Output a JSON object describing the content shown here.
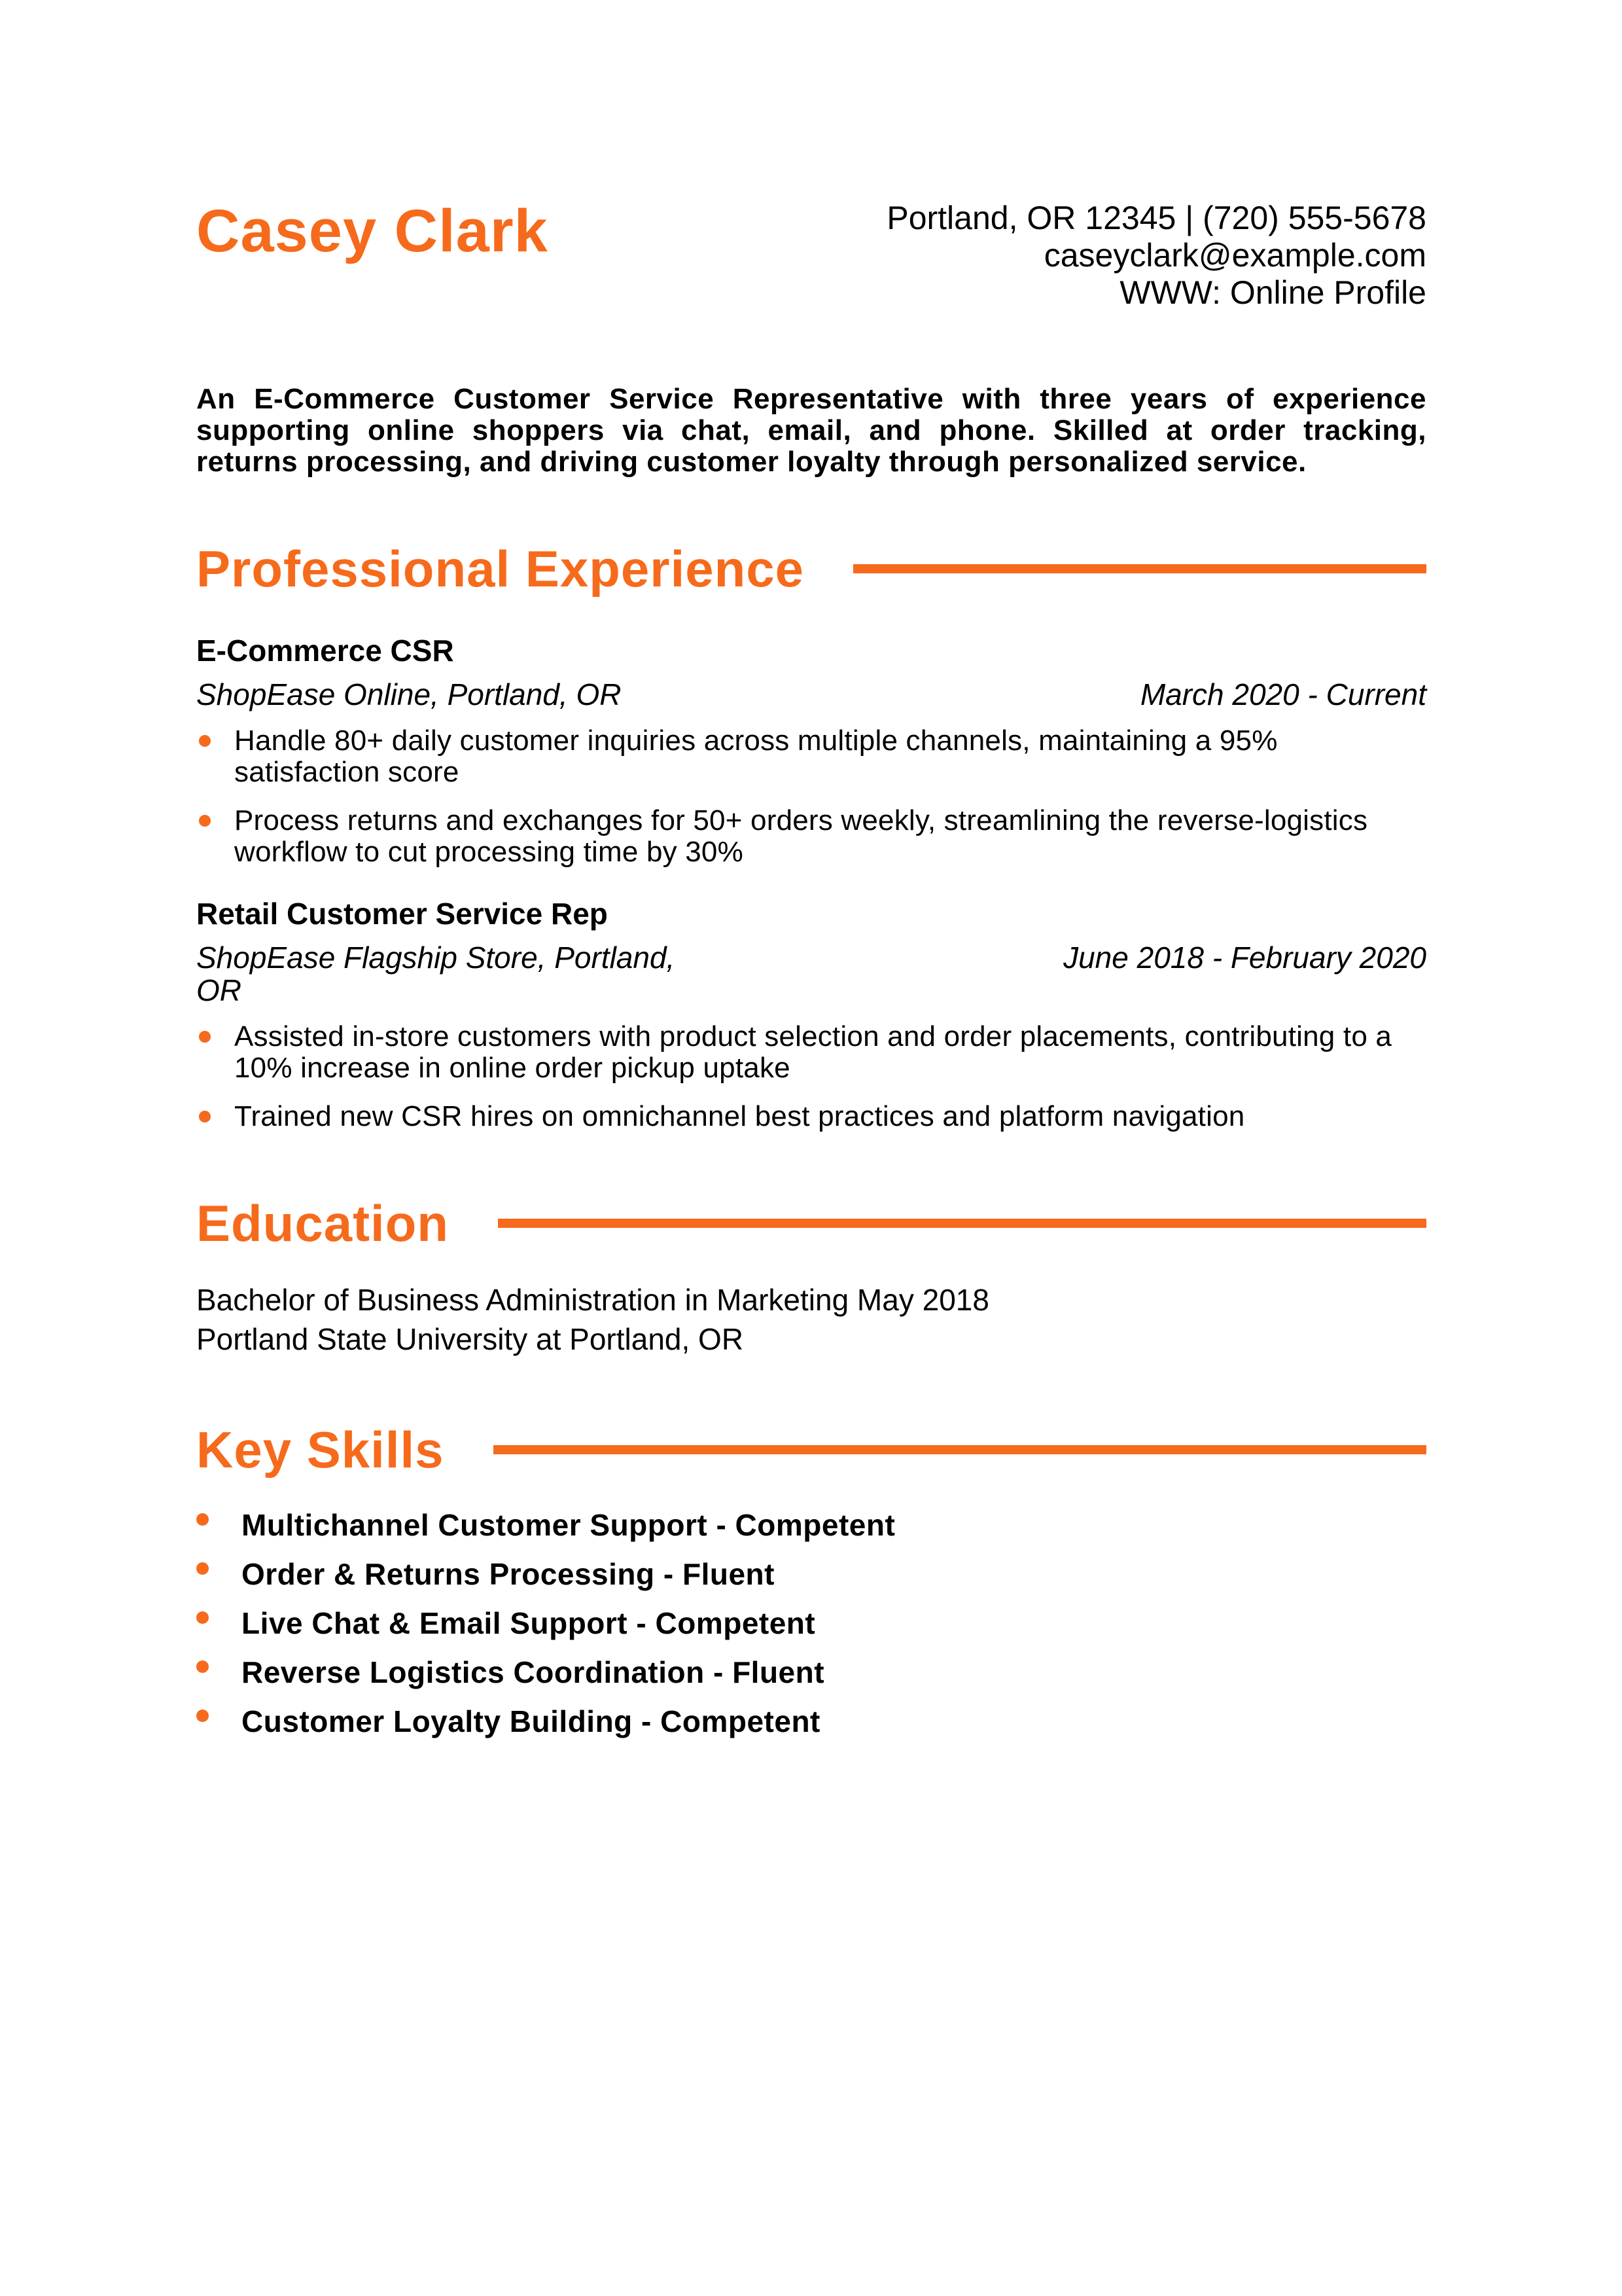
{
  "colors": {
    "accent": "#F66A1C",
    "text": "#000000"
  },
  "header": {
    "name": "Casey Clark",
    "location_phone": "Portland, OR 12345 | (720) 555-5678",
    "email": "caseyclark@example.com",
    "website": "WWW: Online Profile"
  },
  "summary": "An E-Commerce Customer Service Representative with three years of experience supporting online shoppers via chat, email, and phone. Skilled at order tracking, returns processing, and driving customer loyalty through personalized service.",
  "experience": {
    "title": "Professional Experience",
    "jobs": [
      {
        "title": "E-Commerce CSR",
        "company": "ShopEase Online, Portland, OR",
        "dates": "March 2020 - Current",
        "bullets": [
          "Handle 80+ daily customer inquiries across multiple channels, maintaining a 95% satisfaction score",
          "Process returns and exchanges for 50+ orders weekly, streamlining the reverse-logistics workflow to cut processing time by 30%"
        ]
      },
      {
        "title": "Retail Customer Service Rep",
        "company": "ShopEase Flagship Store, Portland, OR",
        "dates": "June 2018 - February 2020",
        "bullets": [
          "Assisted in-store customers with product selection and order placements, contributing to a 10% increase in online order pickup uptake",
          "Trained new CSR hires on omnichannel best practices and platform navigation"
        ]
      }
    ]
  },
  "education": {
    "title": "Education",
    "lines": [
      "Bachelor of Business Administration in Marketing May 2018",
      "Portland State University at Portland, OR"
    ]
  },
  "skills": {
    "title": "Key Skills",
    "items": [
      "Multichannel Customer Support - Competent",
      "Order & Returns Processing - Fluent",
      "Live Chat & Email Support - Competent",
      "Reverse Logistics Coordination - Fluent",
      "Customer Loyalty Building - Competent"
    ]
  }
}
